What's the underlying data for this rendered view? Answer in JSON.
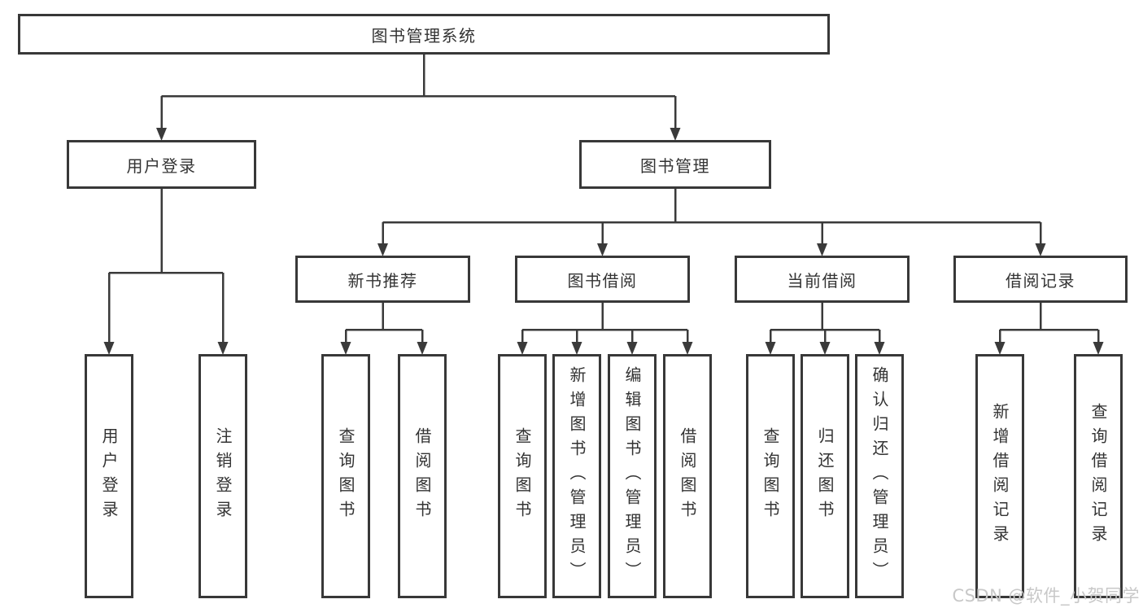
{
  "nodes": {
    "root": {
      "label": "图书管理系统"
    },
    "user_login": {
      "label": "用户登录"
    },
    "book_mgmt": {
      "label": "图书管理"
    },
    "new_book_rec": {
      "label": "新书推荐"
    },
    "book_borrow": {
      "label": "图书借阅"
    },
    "current_borrow": {
      "label": "当前借阅"
    },
    "borrow_record": {
      "label": "借阅记录"
    },
    "leaf_user_login": {
      "label": "用户登录"
    },
    "leaf_logout": {
      "label": "注销登录"
    },
    "leaf_nbr_query": {
      "label": "查询图书"
    },
    "leaf_nbr_borrow": {
      "label": "借阅图书"
    },
    "leaf_bb_query": {
      "label": "查询图书"
    },
    "leaf_bb_add": {
      "label": "新增图书（管理员）"
    },
    "leaf_bb_edit": {
      "label": "编辑图书（管理员）"
    },
    "leaf_bb_borrow": {
      "label": "借阅图书"
    },
    "leaf_cb_query": {
      "label": "查询图书"
    },
    "leaf_cb_return": {
      "label": "归还图书"
    },
    "leaf_cb_confirm": {
      "label": "确认归还（管理员）"
    },
    "leaf_br_add": {
      "label": "新增借阅记录"
    },
    "leaf_br_query": {
      "label": "查询借阅记录"
    }
  },
  "diagram_structure": {
    "type": "tree",
    "root": "图书管理系统",
    "children": [
      {
        "label": "用户登录",
        "children": [
          {
            "label": "用户登录"
          },
          {
            "label": "注销登录"
          }
        ]
      },
      {
        "label": "图书管理",
        "children": [
          {
            "label": "新书推荐",
            "children": [
              {
                "label": "查询图书"
              },
              {
                "label": "借阅图书"
              }
            ]
          },
          {
            "label": "图书借阅",
            "children": [
              {
                "label": "查询图书"
              },
              {
                "label": "新增图书（管理员）"
              },
              {
                "label": "编辑图书（管理员）"
              },
              {
                "label": "借阅图书"
              }
            ]
          },
          {
            "label": "当前借阅",
            "children": [
              {
                "label": "查询图书"
              },
              {
                "label": "归还图书"
              },
              {
                "label": "确认归还（管理员）"
              }
            ]
          },
          {
            "label": "借阅记录",
            "children": [
              {
                "label": "新增借阅记录"
              },
              {
                "label": "查询借阅记录"
              }
            ]
          }
        ]
      }
    ]
  },
  "watermark": {
    "text": "CSDN @软件_小贺同学"
  },
  "colors": {
    "line": "#3a3a3a",
    "box_border": "#383838",
    "text": "#333333",
    "watermark": "#c8c8c8",
    "background": "#ffffff"
  }
}
